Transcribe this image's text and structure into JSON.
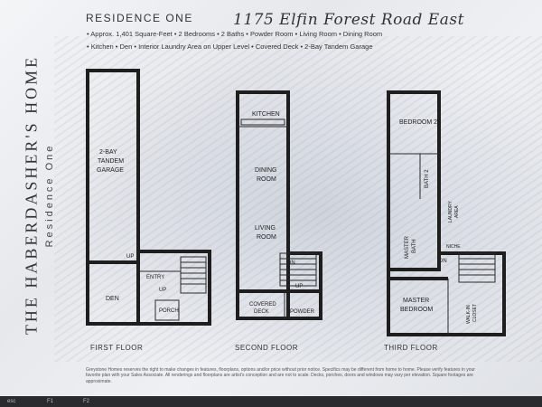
{
  "side": {
    "title": "THE HABERDASHER'S HOME",
    "subtitle": "Residence One"
  },
  "header": {
    "residence": "RESIDENCE ONE",
    "address": "1175 Elfin Forest Road East"
  },
  "features": {
    "line1": "• Approx. 1,401 Square-Feet  • 2 Bedrooms  • 2 Baths  • Powder Room  • Living Room  • Dining Room",
    "line2": "• Kitchen  • Den  • Interior Laundry Area on Upper Level  • Covered Deck  • 2-Bay Tandem Garage"
  },
  "floors": {
    "first": {
      "label": "FIRST FLOOR",
      "garage_1": "2-BAY",
      "garage_2": "TANDEM",
      "garage_3": "GARAGE",
      "den": "DEN",
      "entry": "ENTRY",
      "porch": "PORCH",
      "up1": "UP",
      "up2": "UP"
    },
    "second": {
      "label": "SECOND FLOOR",
      "kitchen": "KITCHEN",
      "dining_1": "DINING",
      "dining_2": "ROOM",
      "living_1": "LIVING",
      "living_2": "ROOM",
      "dn": "DN",
      "up": "UP",
      "deck_1": "COVERED",
      "deck_2": "DECK",
      "powder": "POWDER"
    },
    "third": {
      "label": "THIRD FLOOR",
      "bedroom2": "BEDROOM 2",
      "bath2": "BATH 2",
      "laundry_1": "LAUNDRY",
      "laundry_2": "AREA",
      "niche": "NICHE",
      "master_bath_1": "MASTER",
      "master_bath_2": "BATH",
      "dn": "DN",
      "master_bed_1": "MASTER",
      "master_bed_2": "BEDROOM",
      "walkin_1": "WALK-IN",
      "walkin_2": "CLOSET"
    }
  },
  "disclaimer": "Greystone Homes reserves the right to make changes in features, floorplans, options and/or price without prior notice. Specifics may be different from home to home. Please verify features in your favorite plan with your Sales Associate. All renderings and floorplans are artist's conception and are not to scale. Decks, porches, doors and windows may vary per elevation. Square footages are approximate.",
  "keyboard": {
    "esc": "esc",
    "f1": "F1",
    "f2": "F2"
  }
}
